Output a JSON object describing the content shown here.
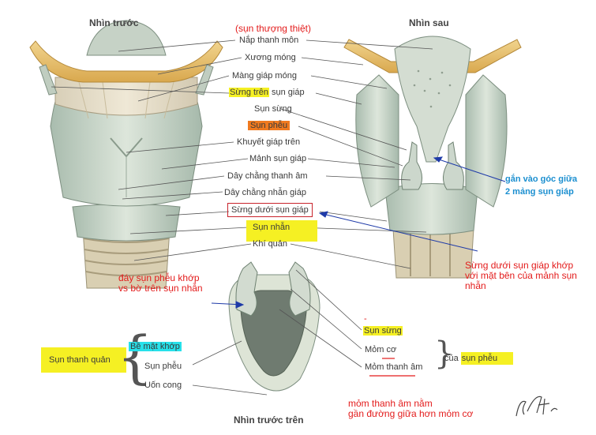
{
  "views": {
    "front": "Nhìn trước",
    "back": "Nhìn sau",
    "top": "Nhìn trước trên"
  },
  "labels": {
    "epiglottis_note": "(sụn thượng thiệt)",
    "epiglottis": "Nắp thanh môn",
    "hyoid": "Xương móng",
    "thyrohyoid_membrane": "Màng giáp móng",
    "superior_horn_hl": "Sừng trên",
    "superior_horn_rest": " sụn giáp",
    "corniculate": "Sụn sừng",
    "arytenoid": "Sụn phễu",
    "thyroid_notch": "Khuyết giáp trên",
    "thyroid_lamina": "Mảnh sụn giáp",
    "vocal_ligament": "Dây chằng thanh âm",
    "cricothyroid_ligament": "Dây chằng nhẫn giáp",
    "inferior_horn": "Sừng dưới sụn giáp",
    "cricoid": "Sụn nhẫn",
    "trachea": "Khí quản",
    "corniculate_2": "Sụn sừng",
    "muscular_process": "Mỏm cơ",
    "vocal_process": "Mỏm thanh âm",
    "of_arytenoid_prefix": "của ",
    "of_arytenoid_hl": "sụn phễu",
    "laryngeal_cartilage": "Sụn thanh quản",
    "articular_surface": "Bề mặt khớp",
    "arytenoid_2": "Sụn phễu",
    "curvature": "Uốn cong"
  },
  "notes": {
    "attach": [
      "gắn vào góc giữa",
      "2 mảng sụn giáp"
    ],
    "inferior_horn_joint": [
      "Sừng dưới sụn giáp khớp",
      "với mặt bên của mảnh sụn",
      "nhẫn"
    ],
    "arytenoid_base": [
      "đáy sụn phễu khớp",
      "vs bờ trên sụn nhẫn"
    ],
    "vocal_process_note": [
      "mỏm thanh âm nằm",
      "gần đường giữa hơn mỏm cơ"
    ],
    "dash": "-"
  },
  "signature": "F. Netter",
  "colors": {
    "highlight_yellow": "#f5f023",
    "highlight_orange": "#f07a1f",
    "highlight_cyan": "#27e1ea",
    "note_red": "#e31b1b",
    "note_blue": "#1b8fd0",
    "box_border": "#c8232c",
    "cartilage": "#c9d6c9",
    "bone": "#e6c277",
    "arrow_blue": "#1e3aa8"
  }
}
